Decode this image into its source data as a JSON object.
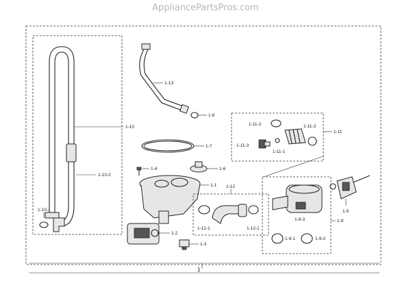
{
  "watermark": "AppliancePartsPros.com",
  "labels": {
    "p1": "1",
    "p1_2": "1-2",
    "p1_3": "1-3",
    "p1_4": "1-4",
    "p1_5": "1-5",
    "p1_6": "1-6",
    "p1_7": "1-7",
    "p1_8": "1-8",
    "p1_9": "1-9",
    "p1_9_1": "1-9-1",
    "p1_9_2": "1-9-2",
    "p1_9_3": "1-9-3",
    "p1_10": "1-10",
    "p1_10_1": "1-10-1",
    "p1_10_2": "1-10-2",
    "p1_11": "1-11",
    "p1_11_1": "1-11-1",
    "p1_11_2a": "1-11-2",
    "p1_11_2b": "1-11-2",
    "p1_11_3": "1-11-3",
    "p1_12": "1-12",
    "p1_12_1a": "1-12-1",
    "p1_12_1b": "1-12-1",
    "p1_13": "1-13",
    "p1_1": "1-1"
  },
  "colors": {
    "line": "#222222",
    "watermark": "#b8b8b8",
    "fill": "#e6e6e6"
  }
}
